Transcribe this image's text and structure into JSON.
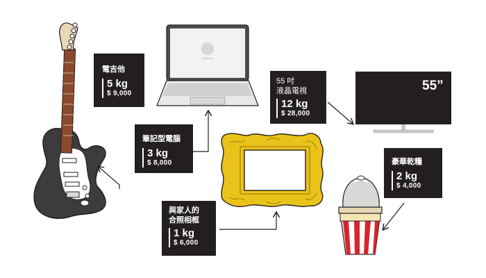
{
  "items": [
    {
      "id": "guitar",
      "name": "電吉他",
      "weight": "5 kg",
      "price": "$ 9,000"
    },
    {
      "id": "laptop",
      "name": "筆記型電腦",
      "weight": "3 kg",
      "price": "$ 8,000"
    },
    {
      "id": "tv",
      "name": "55 吋\n液晶電視",
      "weight": "12 kg",
      "price": "$ 28,000",
      "screen_text": "55”"
    },
    {
      "id": "frame",
      "name": "與家人的\n合照相框",
      "weight": "1 kg",
      "price": "$ 6,000"
    },
    {
      "id": "noodles",
      "name": "豪華乾糧",
      "weight": "2 kg",
      "price": "$ 4,000"
    }
  ],
  "colors": {
    "label_bg": "#231f20",
    "frame_gold": "#e9c31a",
    "guitar_body": "#3d3b3c",
    "cup_red": "#d7262b"
  }
}
